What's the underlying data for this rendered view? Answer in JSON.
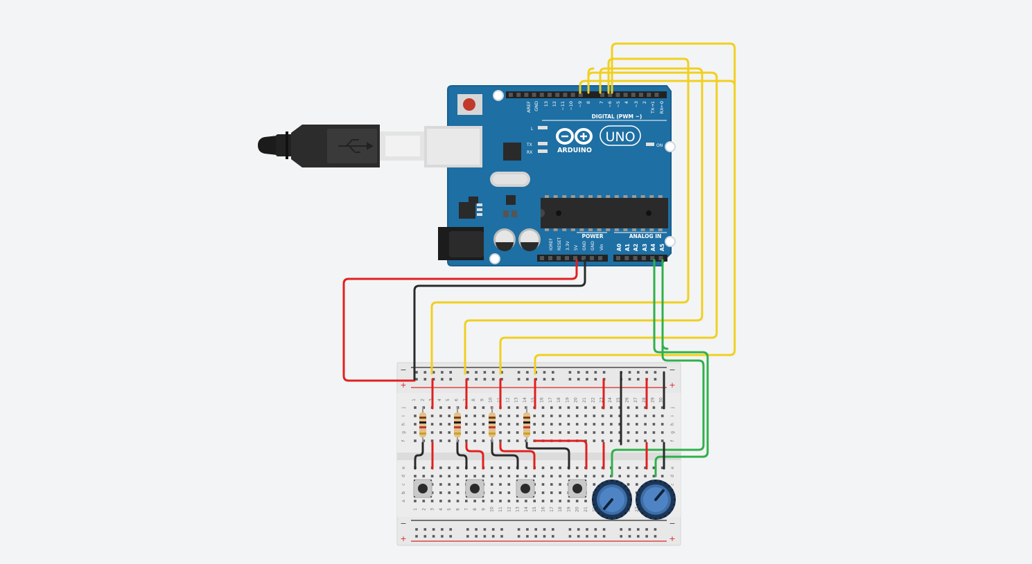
{
  "board": {
    "brand": "ARDUINO",
    "model": "UNO",
    "digital_header": "DIGITAL (PWM ~)",
    "power_header": "POWER",
    "analog_header": "ANALOG IN",
    "on_label": "ON",
    "l_label": "L",
    "tx_label": "TX",
    "rx_label": "RX",
    "digital_pins": [
      "AREF",
      "GND",
      "13",
      "12",
      "~11",
      "~10",
      "~9",
      "8",
      "7",
      "~6",
      "~5",
      "4",
      "~3",
      "2",
      "TX→1",
      "RX←0"
    ],
    "power_pins": [
      "IOREF",
      "RESET",
      "3.3V",
      "5V",
      "GND",
      "GND",
      "Vin"
    ],
    "analog_pins": [
      "A0",
      "A1",
      "A2",
      "A3",
      "A4",
      "A5"
    ]
  },
  "breadboard": {
    "row_letters_top": [
      "j",
      "i",
      "h",
      "g",
      "f"
    ],
    "row_letters_bottom": [
      "e",
      "d",
      "c",
      "b",
      "a"
    ],
    "rail_plus": "+",
    "rail_minus": "−",
    "column_count": 30
  },
  "colors": {
    "board": "#1d6fa3",
    "wire_power": "#e02020",
    "wire_ground": "#2a2a2a",
    "wire_signal": "#f0d020",
    "wire_analog": "#2fb04a"
  },
  "components": {
    "resistors": 4,
    "pushbuttons": 4,
    "potentiometers": 2
  }
}
